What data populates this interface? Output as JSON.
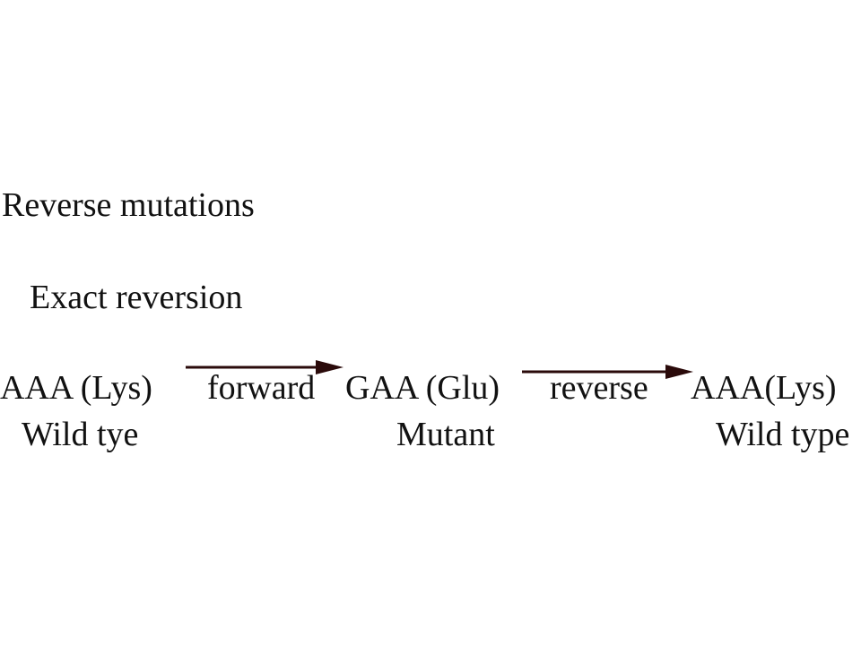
{
  "title": "Reverse mutations",
  "subtitle": "Exact reversion",
  "steps": [
    {
      "codon": "AAA (Lys)",
      "phenotype": "Wild tye"
    },
    {
      "codon": "GAA (Glu)",
      "phenotype": "Mutant"
    },
    {
      "codon": "AAA(Lys)",
      "phenotype": "Wild type"
    }
  ],
  "transitions": [
    {
      "label": "forward"
    },
    {
      "label": "reverse"
    }
  ],
  "colors": {
    "text": "#111111",
    "arrow": "#2a0a0a"
  }
}
